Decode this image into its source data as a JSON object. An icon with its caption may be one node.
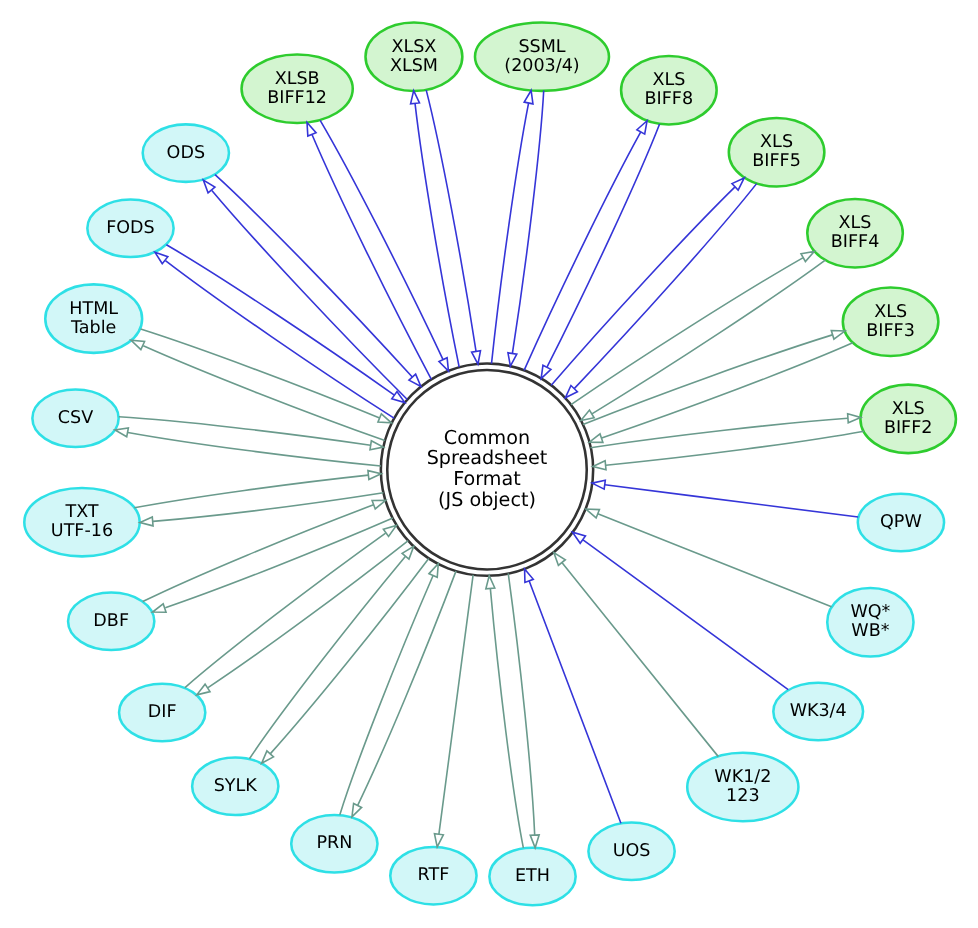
{
  "diagram": {
    "nodes": [
      {
        "text": [
          "Common Spreadsheet Format (JS object)"
        ]
      },
      {
        "text": [
          "XLS BIFF2"
        ]
      },
      {
        "text": [
          "XLS BIFF3"
        ]
      },
      {
        "text": [
          "XLS BIFF4"
        ]
      },
      {
        "text": [
          "XLS BIFF5"
        ]
      },
      {
        "text": [
          "XLS BIFF8"
        ]
      },
      {
        "text": [
          "SSML (2003/4)"
        ]
      },
      {
        "text": [
          "XLSX XLSM"
        ]
      },
      {
        "text": [
          "XLSB BIFF12"
        ]
      },
      {
        "text": [
          "ODS"
        ]
      },
      {
        "text": [
          "FODS"
        ]
      },
      {
        "text": [
          "HTML Table"
        ]
      },
      {
        "text": [
          "CSV"
        ]
      },
      {
        "text": [
          "TXT UTF-16"
        ]
      },
      {
        "text": [
          "DBF"
        ]
      },
      {
        "text": [
          "DIF"
        ]
      },
      {
        "text": [
          "SYLK"
        ]
      },
      {
        "text": [
          "PRN"
        ]
      },
      {
        "text": [
          "RTF"
        ]
      },
      {
        "text": [
          "ETH"
        ]
      },
      {
        "text": [
          "UOS"
        ]
      },
      {
        "text": [
          "WK1/2 123"
        ]
      },
      {
        "text": [
          "WK3/4"
        ]
      },
      {
        "text": [
          "WQ* WB*"
        ]
      },
      {
        "text": [
          "QPW"
        ]
      }
    ],
    "edges": [
      {
        "from": 1,
        "to": 0,
        "arrow": "to"
      },
      {
        "from": 0,
        "to": 1,
        "arrow": "to"
      },
      {
        "from": 2,
        "to": 0,
        "arrow": "to"
      },
      {
        "from": 0,
        "to": 2,
        "arrow": "to"
      },
      {
        "from": 3,
        "to": 0,
        "arrow": "to"
      },
      {
        "from": 0,
        "to": 3,
        "arrow": "to"
      },
      {
        "from": 4,
        "to": 0,
        "arrow": "to",
        "color": "#3535d8"
      },
      {
        "from": 0,
        "to": 4,
        "arrow": "to",
        "color": "#3535d8"
      },
      {
        "from": 5,
        "to": 0,
        "arrow": "to",
        "color": "#3535d8"
      },
      {
        "from": 0,
        "to": 5,
        "arrow": "to",
        "color": "#3535d8"
      },
      {
        "from": 6,
        "to": 0,
        "arrow": "to",
        "color": "#3535d8"
      },
      {
        "from": 0,
        "to": 6,
        "arrow": "to",
        "color": "#3535d8"
      },
      {
        "from": 7,
        "to": 0,
        "arrow": "to",
        "color": "#3535d8"
      },
      {
        "from": 0,
        "to": 7,
        "arrow": "to",
        "color": "#3535d8"
      },
      {
        "from": 8,
        "to": 0,
        "arrow": "to",
        "color": "#3535d8"
      },
      {
        "from": 0,
        "to": 8,
        "arrow": "to",
        "color": "#3535d8"
      },
      {
        "from": 9,
        "to": 0,
        "arrow": "to",
        "color": "#3535d8"
      },
      {
        "from": 0,
        "to": 9,
        "arrow": "to",
        "color": "#3535d8"
      },
      {
        "from": 10,
        "to": 0,
        "arrow": "to",
        "color": "#3535d8"
      },
      {
        "from": 0,
        "to": 10,
        "arrow": "to",
        "color": "#3535d8"
      },
      {
        "from": 11,
        "to": 0,
        "arrow": "to"
      },
      {
        "from": 0,
        "to": 11,
        "arrow": "to"
      },
      {
        "from": 12,
        "to": 0,
        "arrow": "to"
      },
      {
        "from": 0,
        "to": 12,
        "arrow": "to"
      },
      {
        "from": 13,
        "to": 0,
        "arrow": "to"
      },
      {
        "from": 0,
        "to": 13,
        "arrow": "to"
      },
      {
        "from": 14,
        "to": 0,
        "arrow": "to"
      },
      {
        "from": 0,
        "to": 14,
        "arrow": "to"
      },
      {
        "from": 15,
        "to": 0,
        "arrow": "to"
      },
      {
        "from": 0,
        "to": 15,
        "arrow": "to"
      },
      {
        "from": 16,
        "to": 0,
        "arrow": "to"
      },
      {
        "from": 0,
        "to": 16,
        "arrow": "to"
      },
      {
        "from": 17,
        "to": 0,
        "arrow": "to"
      },
      {
        "from": 0,
        "to": 17,
        "arrow": "to"
      },
      {
        "from": 0,
        "to": 18,
        "arrow": "to"
      },
      {
        "from": 19,
        "to": 0,
        "arrow": "to"
      },
      {
        "from": 0,
        "to": 19,
        "arrow": "to"
      },
      {
        "from": 20,
        "to": 0,
        "arrow": "to",
        "color": "#3535d8"
      },
      {
        "from": 21,
        "to": 0,
        "arrow": "to"
      },
      {
        "from": 22,
        "to": 0,
        "arrow": "to",
        "color": "#3535d8"
      },
      {
        "from": 23,
        "to": 0,
        "arrow": "to"
      },
      {
        "from": 24,
        "to": 0,
        "arrow": "to",
        "color": "#3535d8"
      }
    ]
  }
}
